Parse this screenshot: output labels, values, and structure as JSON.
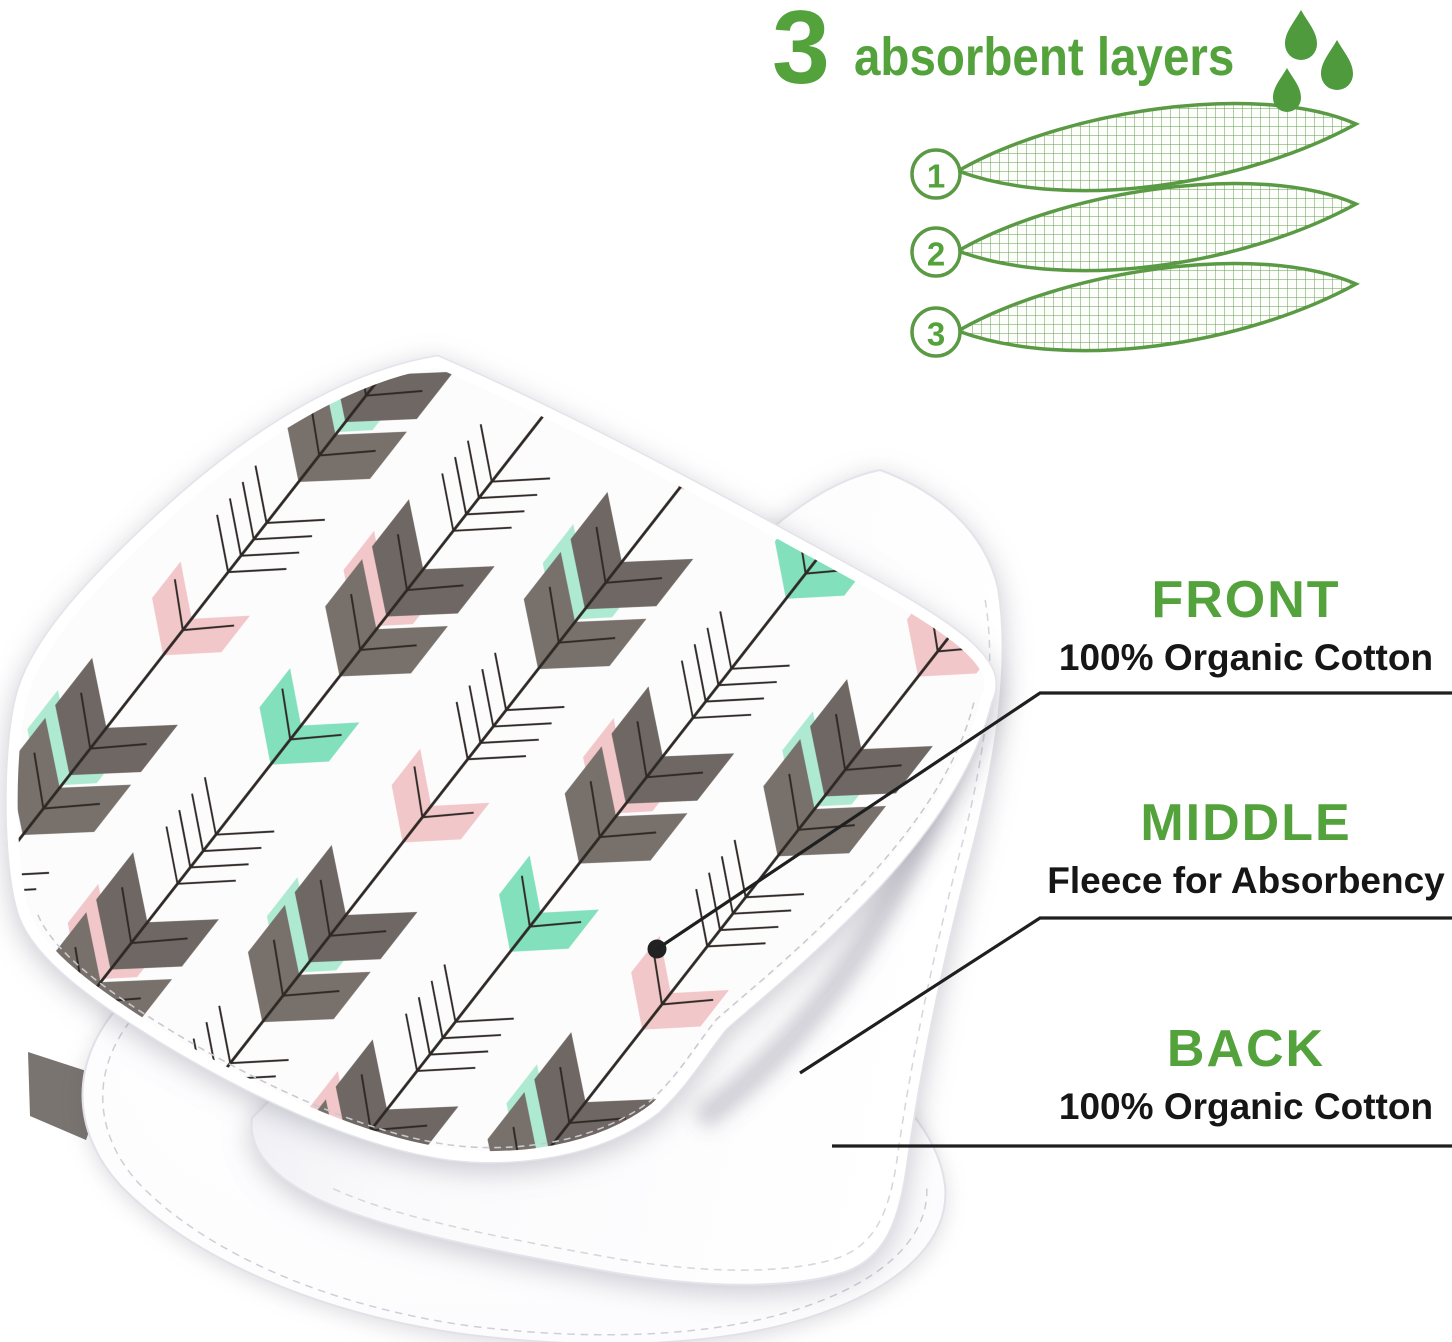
{
  "page": {
    "background": "#ffffff"
  },
  "header": {
    "count": "3",
    "title": "absorbent layers",
    "accent_color": "#53a23c",
    "droplet_icons": [
      "water-droplet",
      "water-droplet",
      "water-droplet"
    ]
  },
  "layers_diagram": {
    "numbers": [
      "1",
      "2",
      "3"
    ],
    "outline_color": "#5a9a44",
    "mesh_color": "#639f4e"
  },
  "callouts": {
    "front": {
      "title": "FRONT",
      "subtitle": "100% Organic Cotton"
    },
    "middle": {
      "title": "MIDDLE",
      "subtitle": "Fleece for Absorbency"
    },
    "back": {
      "title": "BACK",
      "subtitle": "100% Organic Cotton"
    }
  },
  "product": {
    "description": "burp cloth with arrow print folded to show three fabric layers",
    "fabric_colors": {
      "feather_grey": "#6e6763",
      "feather_pink": "#f2c7c9",
      "feather_mint": "#82e0bd",
      "arrow_shaft": "#2f2926",
      "cloth_white": "#ffffff"
    }
  },
  "callout_line_color": "#1f1f1f",
  "text_color": "#161616"
}
